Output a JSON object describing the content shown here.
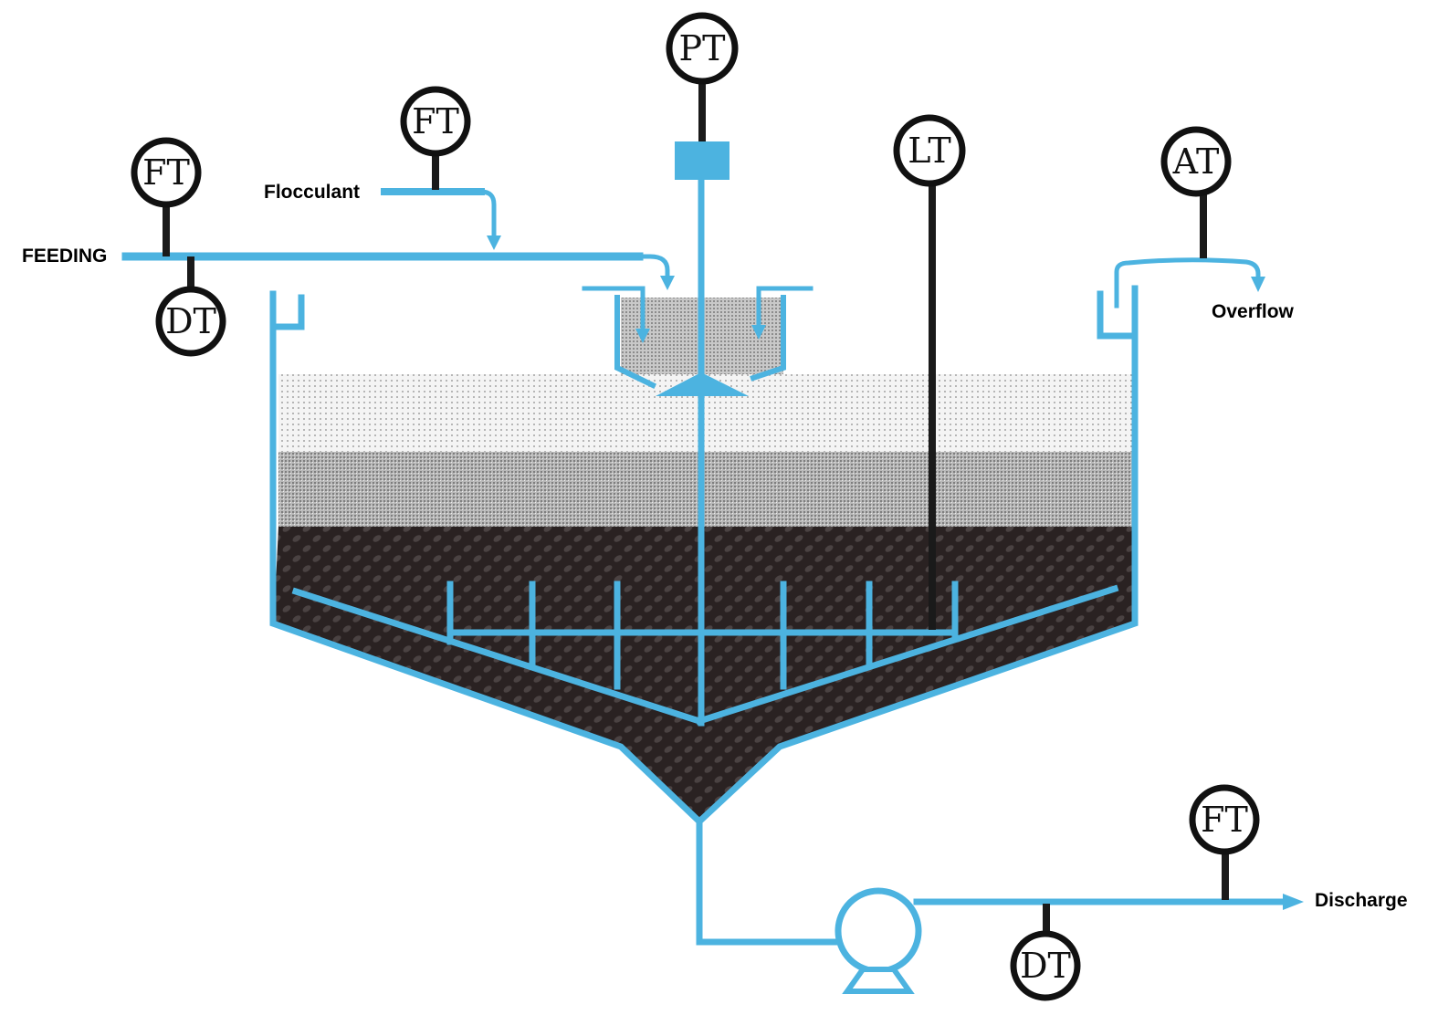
{
  "labels": {
    "feeding": "FEEDING",
    "flocculant": "Flocculant",
    "overflow": "Overflow",
    "discharge": "Discharge"
  },
  "instruments": {
    "feed_ft": "FT",
    "feed_dt": "DT",
    "flocculant_ft": "FT",
    "drive_pt": "PT",
    "bed_lt": "LT",
    "overflow_at": "AT",
    "discharge_ft": "FT",
    "discharge_dt": "DT"
  },
  "colors": {
    "pipe": "#4cb3e0",
    "instrument": "#111111",
    "clear_zone": "#eeeeee",
    "hindered_zone": "#9a9a9a",
    "compaction_zone": "#2a2222"
  }
}
